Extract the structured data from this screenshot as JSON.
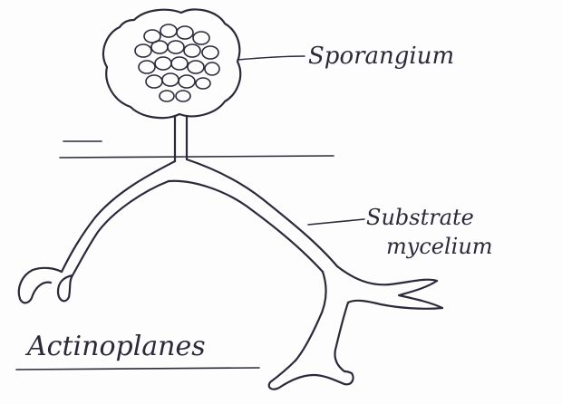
{
  "labels": {
    "sporangium": "Sporangium",
    "substrate_top": "Substrate",
    "substrate_bottom": "mycelium",
    "caption": "Actinoplanes"
  },
  "colors": {
    "ink": "#2a2a3a",
    "paper": "#fdfdfd"
  }
}
